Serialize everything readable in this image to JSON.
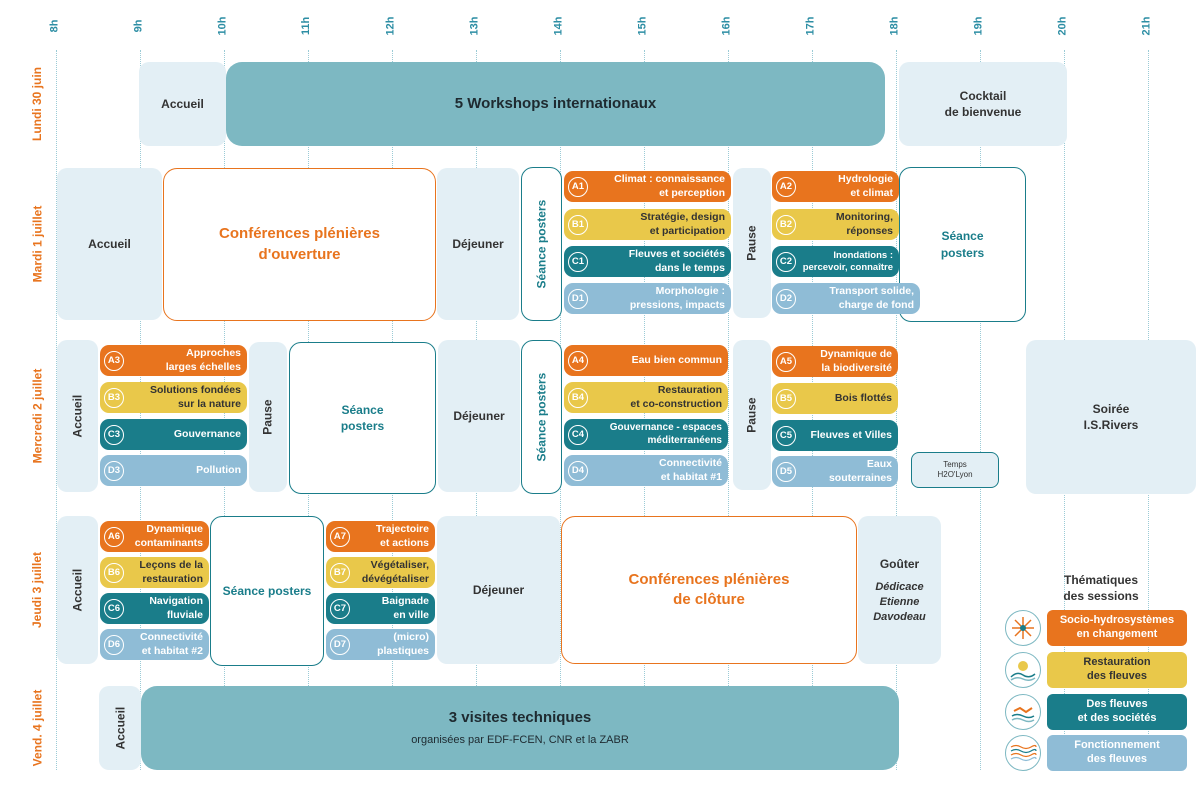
{
  "hours": [
    "8h",
    "9h",
    "10h",
    "11h",
    "12h",
    "13h",
    "14h",
    "15h",
    "16h",
    "17h",
    "18h",
    "19h",
    "20h",
    "21h"
  ],
  "days": [
    "Lundi 30 juin",
    "Mardi 1 juillet",
    "Mercredi 2 juillet",
    "Jeudi 3 juillet",
    "Vend. 4 juillet"
  ],
  "monday": {
    "accueil": "Accueil",
    "workshops": "5 Workshops internationaux",
    "cocktail": [
      "Cocktail",
      "de bienvenue"
    ]
  },
  "tuesday": {
    "accueil": "Accueil",
    "conferences": [
      "Conférences plénières",
      "d'ouverture"
    ],
    "dejeuner": "Déjeuner",
    "seance_posters_vertical": "Séance posters",
    "pause": "Pause",
    "seance_posters": [
      "Séance",
      "posters"
    ],
    "sessions_early": [
      {
        "code": "A1",
        "theme": "A",
        "lines": [
          "Climat : connaissance",
          "et perception"
        ]
      },
      {
        "code": "B1",
        "theme": "B",
        "lines": [
          "Stratégie, design",
          "et participation"
        ]
      },
      {
        "code": "C1",
        "theme": "C",
        "lines": [
          "Fleuves et sociétés",
          "dans le temps"
        ]
      },
      {
        "code": "D1",
        "theme": "D",
        "lines": [
          "Morphologie :",
          "pressions, impacts"
        ]
      }
    ],
    "sessions_late": [
      {
        "code": "A2",
        "theme": "A",
        "lines": [
          "Hydrologie",
          "et climat"
        ]
      },
      {
        "code": "B2",
        "theme": "B",
        "lines": [
          "Monitoring,",
          "réponses"
        ]
      },
      {
        "code": "C2",
        "theme": "C",
        "lines": [
          "Inondations :",
          "percevoir, connaître"
        ]
      },
      {
        "code": "D2",
        "theme": "D",
        "lines": [
          "Transport solide,",
          "charge de fond"
        ]
      }
    ]
  },
  "wednesday": {
    "accueil": "Accueil",
    "pause_morning": "Pause",
    "seance_posters": [
      "Séance",
      "posters"
    ],
    "dejeuner": "Déjeuner",
    "seance_posters_vertical": "Séance posters",
    "pause_afternoon": "Pause",
    "temps": [
      "Temps",
      "H2O'Lyon"
    ],
    "soiree": [
      "Soirée",
      "I.S.Rivers"
    ],
    "sessions_morning": [
      {
        "code": "A3",
        "theme": "A",
        "lines": [
          "Approches",
          "larges échelles"
        ]
      },
      {
        "code": "B3",
        "theme": "B",
        "lines": [
          "Solutions fondées",
          "sur la nature"
        ]
      },
      {
        "code": "C3",
        "theme": "C",
        "lines": [
          "Gouvernance"
        ]
      },
      {
        "code": "D3",
        "theme": "D",
        "lines": [
          "Pollution"
        ]
      }
    ],
    "sessions_early": [
      {
        "code": "A4",
        "theme": "A",
        "lines": [
          "Eau bien commun"
        ]
      },
      {
        "code": "B4",
        "theme": "B",
        "lines": [
          "Restauration",
          "et co-construction"
        ]
      },
      {
        "code": "C4",
        "theme": "C",
        "lines": [
          "Gouvernance - espaces",
          "méditerranéens"
        ]
      },
      {
        "code": "D4",
        "theme": "D",
        "lines": [
          "Connectivité",
          "et habitat #1"
        ]
      }
    ],
    "sessions_late": [
      {
        "code": "A5",
        "theme": "A",
        "lines": [
          "Dynamique de",
          "la biodiversité"
        ]
      },
      {
        "code": "B5",
        "theme": "B",
        "lines": [
          "Bois flottés"
        ]
      },
      {
        "code": "C5",
        "theme": "C",
        "lines": [
          "Fleuves et Villes"
        ]
      },
      {
        "code": "D5",
        "theme": "D",
        "lines": [
          "Eaux",
          "souterraines"
        ]
      }
    ]
  },
  "thursday": {
    "accueil": "Accueil",
    "seance_posters": "Séance posters",
    "dejeuner": "Déjeuner",
    "conferences": [
      "Conférences plénières",
      "de clôture"
    ],
    "gouter": "Goûter",
    "dedicace": [
      "Dédicace",
      "Etienne",
      "Davodeau"
    ],
    "sessions_morning": [
      {
        "code": "A6",
        "theme": "A",
        "lines": [
          "Dynamique",
          "contaminants"
        ]
      },
      {
        "code": "B6",
        "theme": "B",
        "lines": [
          "Leçons de la",
          "restauration"
        ]
      },
      {
        "code": "C6",
        "theme": "C",
        "lines": [
          "Navigation",
          "fluviale"
        ]
      },
      {
        "code": "D6",
        "theme": "D",
        "lines": [
          "Connectivité",
          "et habitat #2"
        ]
      }
    ],
    "sessions_late": [
      {
        "code": "A7",
        "theme": "A",
        "lines": [
          "Trajectoire",
          "et actions"
        ]
      },
      {
        "code": "B7",
        "theme": "B",
        "lines": [
          "Végétaliser,",
          "dévégétaliser"
        ]
      },
      {
        "code": "C7",
        "theme": "C",
        "lines": [
          "Baignade",
          "en ville"
        ]
      },
      {
        "code": "D7",
        "theme": "D",
        "lines": [
          "(micro)",
          "plastiques"
        ]
      }
    ]
  },
  "friday": {
    "accueil": "Accueil",
    "visites": "3 visites techniques",
    "visites_sub": "organisées par EDF-FCEN, CNR et la ZABR"
  },
  "legend": {
    "title": [
      "Thématiques",
      "des sessions"
    ],
    "items": [
      {
        "theme": "A",
        "icon": "climate-snowflake-icon",
        "lines": [
          "Socio-hydrosystèmes",
          "en changement"
        ]
      },
      {
        "theme": "B",
        "icon": "landscape-sun-icon",
        "lines": [
          "Restauration",
          "des fleuves"
        ]
      },
      {
        "theme": "C",
        "icon": "handshake-waves-icon",
        "lines": [
          "Des fleuves",
          "et des sociétés"
        ]
      },
      {
        "theme": "D",
        "icon": "river-waves-icon",
        "lines": [
          "Fonctionnement",
          "des fleuves"
        ]
      }
    ]
  },
  "colors": {
    "A": "#e8741e",
    "B": "#e9c84a",
    "C": "#1a7d8a",
    "D": "#8fbcd6",
    "teal_block": "#7db8c2",
    "light_block": "#e3eff5",
    "hour_text": "#2d8ea4",
    "day_text": "#e8741e"
  }
}
